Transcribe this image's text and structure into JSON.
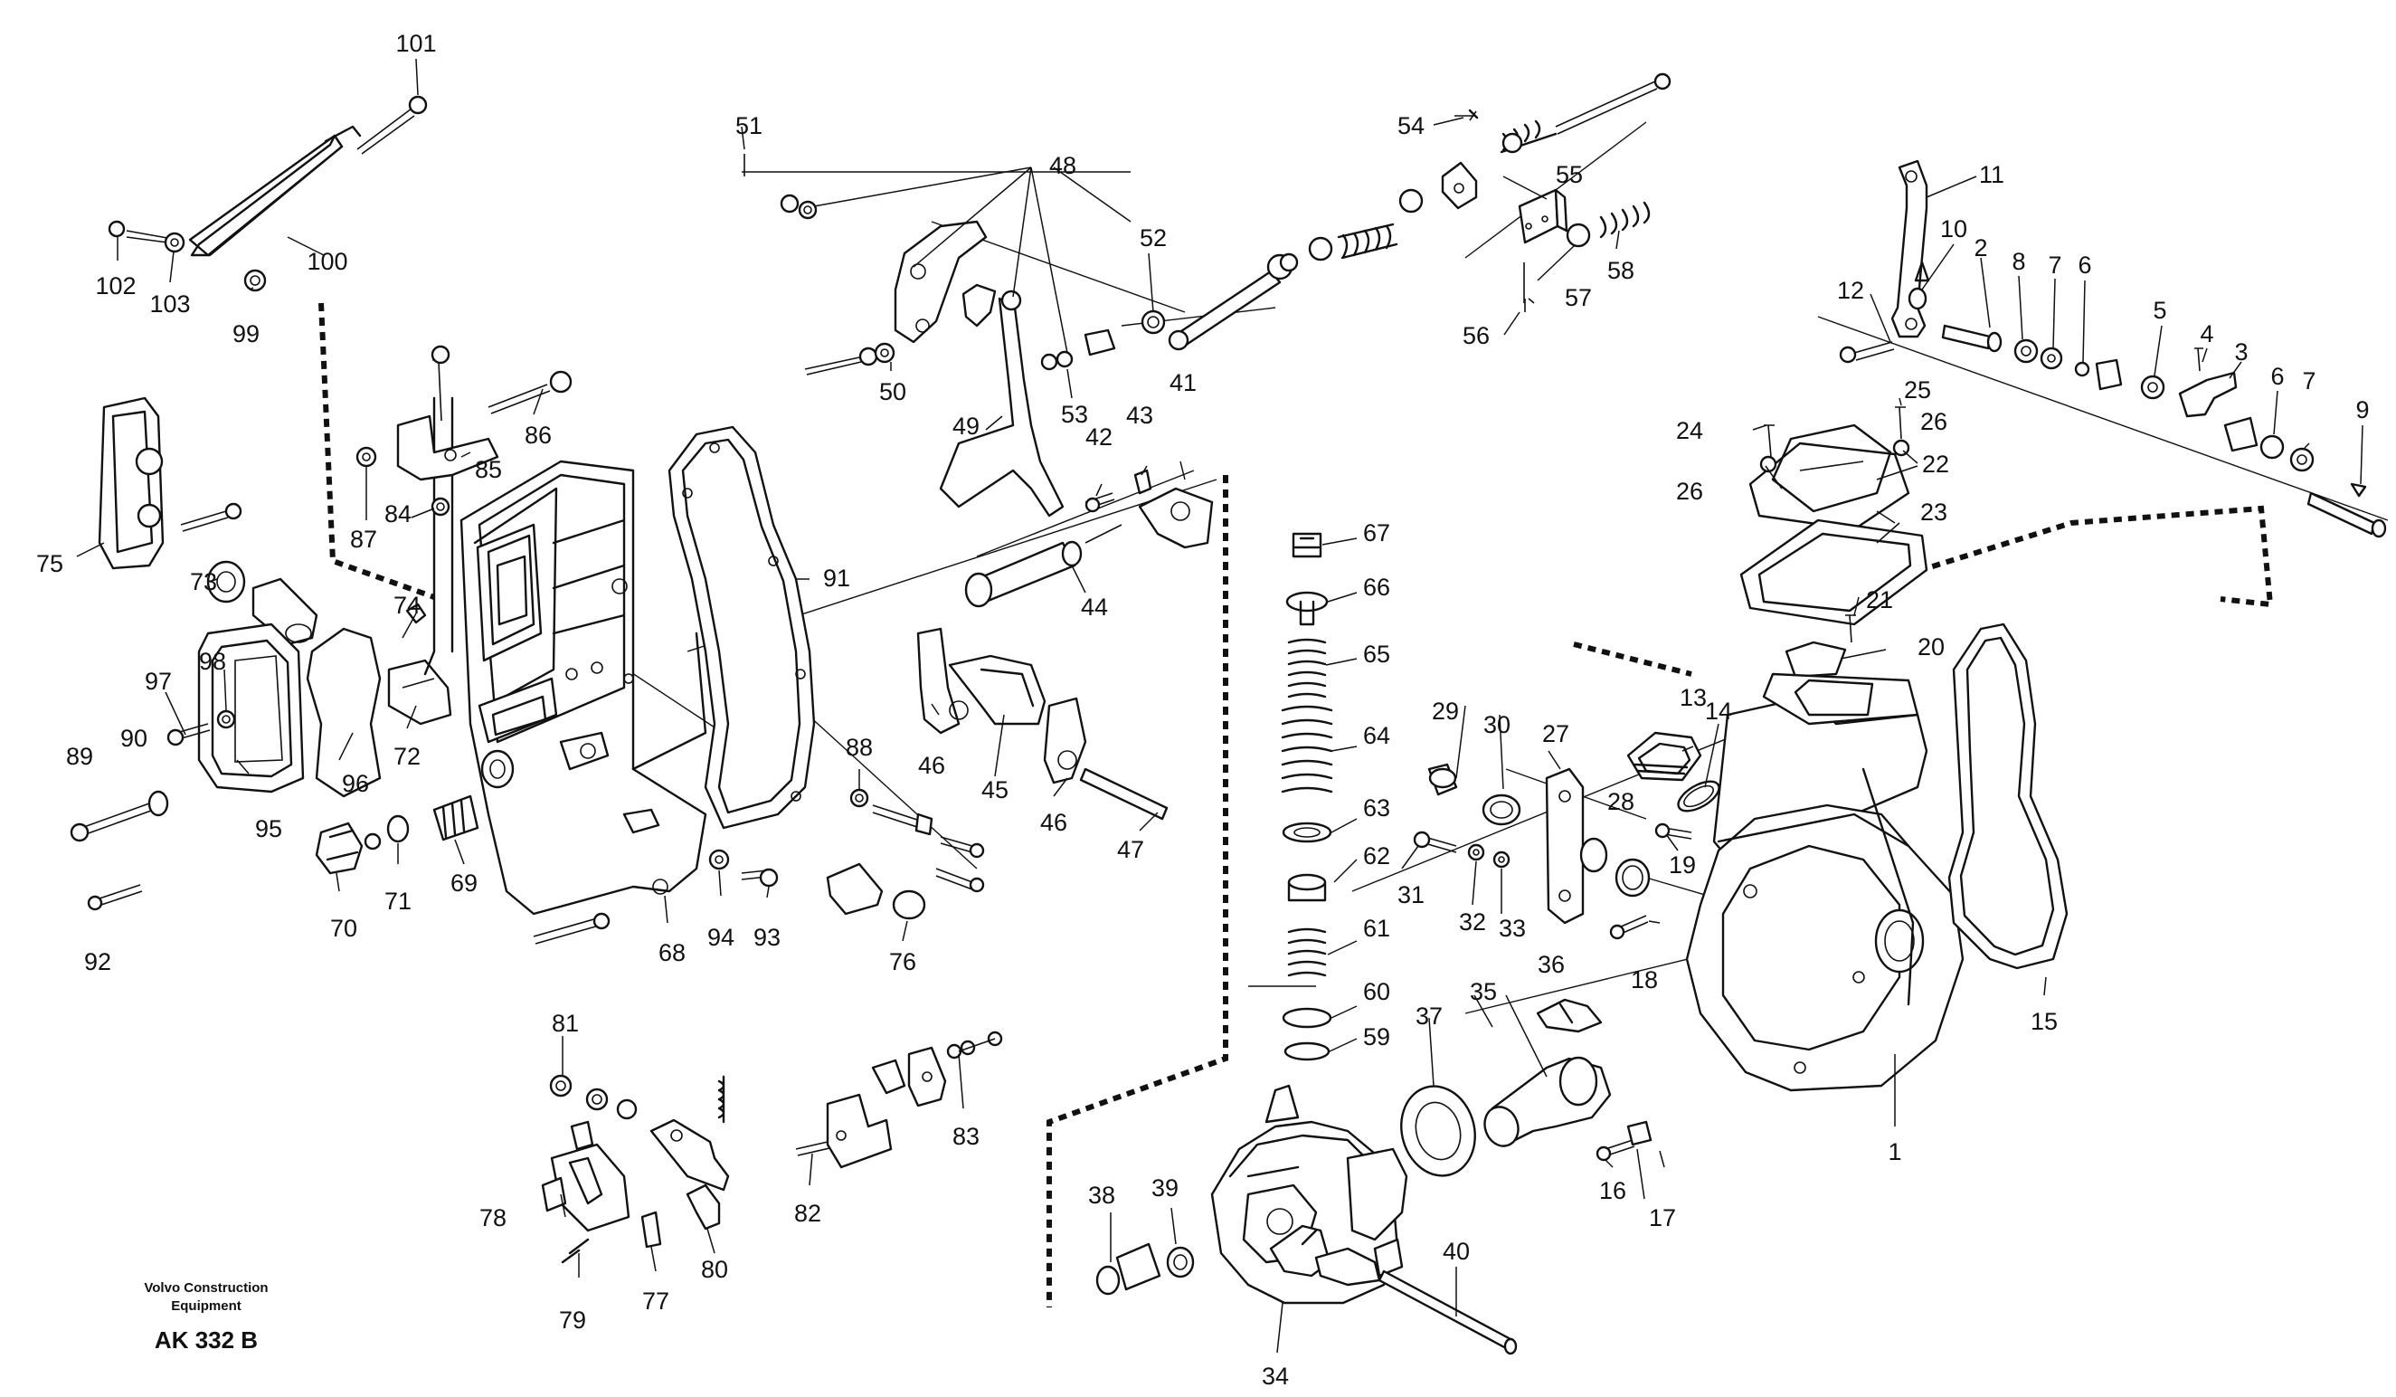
{
  "title_block": {
    "company_line1": "Volvo Construction",
    "company_line2": "Equipment",
    "drawing_code": "AK 332 B"
  },
  "callouts": [
    {
      "id": "c1",
      "label": "1"
    },
    {
      "id": "c2",
      "label": "2"
    },
    {
      "id": "c3",
      "label": "3"
    },
    {
      "id": "c4",
      "label": "4"
    },
    {
      "id": "c5",
      "label": "5"
    },
    {
      "id": "c6a",
      "label": "6"
    },
    {
      "id": "c6b",
      "label": "6"
    },
    {
      "id": "c7a",
      "label": "7"
    },
    {
      "id": "c7b",
      "label": "7"
    },
    {
      "id": "c8",
      "label": "8"
    },
    {
      "id": "c9",
      "label": "9"
    },
    {
      "id": "c10",
      "label": "10"
    },
    {
      "id": "c11",
      "label": "11"
    },
    {
      "id": "c12",
      "label": "12"
    },
    {
      "id": "c13",
      "label": "13"
    },
    {
      "id": "c14",
      "label": "14"
    },
    {
      "id": "c15",
      "label": "15"
    },
    {
      "id": "c16",
      "label": "16"
    },
    {
      "id": "c17",
      "label": "17"
    },
    {
      "id": "c18",
      "label": "18"
    },
    {
      "id": "c19",
      "label": "19"
    },
    {
      "id": "c20",
      "label": "20"
    },
    {
      "id": "c21",
      "label": "21"
    },
    {
      "id": "c22",
      "label": "22"
    },
    {
      "id": "c23",
      "label": "23"
    },
    {
      "id": "c24",
      "label": "24"
    },
    {
      "id": "c25",
      "label": "25"
    },
    {
      "id": "c26a",
      "label": "26"
    },
    {
      "id": "c26b",
      "label": "26"
    },
    {
      "id": "c27",
      "label": "27"
    },
    {
      "id": "c28",
      "label": "28"
    },
    {
      "id": "c29",
      "label": "29"
    },
    {
      "id": "c30",
      "label": "30"
    },
    {
      "id": "c31",
      "label": "31"
    },
    {
      "id": "c32",
      "label": "32"
    },
    {
      "id": "c33",
      "label": "33"
    },
    {
      "id": "c34",
      "label": "34"
    },
    {
      "id": "c35",
      "label": "35"
    },
    {
      "id": "c36",
      "label": "36"
    },
    {
      "id": "c37",
      "label": "37"
    },
    {
      "id": "c38",
      "label": "38"
    },
    {
      "id": "c39",
      "label": "39"
    },
    {
      "id": "c40",
      "label": "40"
    },
    {
      "id": "c41",
      "label": "41"
    },
    {
      "id": "c42",
      "label": "42"
    },
    {
      "id": "c43",
      "label": "43"
    },
    {
      "id": "c44",
      "label": "44"
    },
    {
      "id": "c45",
      "label": "45"
    },
    {
      "id": "c46a",
      "label": "46"
    },
    {
      "id": "c46b",
      "label": "46"
    },
    {
      "id": "c47",
      "label": "47"
    },
    {
      "id": "c48",
      "label": "48"
    },
    {
      "id": "c49",
      "label": "49"
    },
    {
      "id": "c50",
      "label": "50"
    },
    {
      "id": "c51",
      "label": "51"
    },
    {
      "id": "c52",
      "label": "52"
    },
    {
      "id": "c53",
      "label": "53"
    },
    {
      "id": "c54",
      "label": "54"
    },
    {
      "id": "c55",
      "label": "55"
    },
    {
      "id": "c56",
      "label": "56"
    },
    {
      "id": "c57",
      "label": "57"
    },
    {
      "id": "c58",
      "label": "58"
    },
    {
      "id": "c59",
      "label": "59"
    },
    {
      "id": "c60",
      "label": "60"
    },
    {
      "id": "c61",
      "label": "61"
    },
    {
      "id": "c62",
      "label": "62"
    },
    {
      "id": "c63",
      "label": "63"
    },
    {
      "id": "c64",
      "label": "64"
    },
    {
      "id": "c65",
      "label": "65"
    },
    {
      "id": "c66",
      "label": "66"
    },
    {
      "id": "c67",
      "label": "67"
    },
    {
      "id": "c68",
      "label": "68"
    },
    {
      "id": "c69",
      "label": "69"
    },
    {
      "id": "c70",
      "label": "70"
    },
    {
      "id": "c71",
      "label": "71"
    },
    {
      "id": "c72",
      "label": "72"
    },
    {
      "id": "c73",
      "label": "73"
    },
    {
      "id": "c74",
      "label": "74"
    },
    {
      "id": "c75",
      "label": "75"
    },
    {
      "id": "c76",
      "label": "76"
    },
    {
      "id": "c77",
      "label": "77"
    },
    {
      "id": "c78",
      "label": "78"
    },
    {
      "id": "c79",
      "label": "79"
    },
    {
      "id": "c80",
      "label": "80"
    },
    {
      "id": "c81",
      "label": "81"
    },
    {
      "id": "c82",
      "label": "82"
    },
    {
      "id": "c83",
      "label": "83"
    },
    {
      "id": "c84",
      "label": "84"
    },
    {
      "id": "c85",
      "label": "85"
    },
    {
      "id": "c86",
      "label": "86"
    },
    {
      "id": "c87",
      "label": "87"
    },
    {
      "id": "c88",
      "label": "88"
    },
    {
      "id": "c89",
      "label": "89"
    },
    {
      "id": "c90",
      "label": "90"
    },
    {
      "id": "c91",
      "label": "91"
    },
    {
      "id": "c92",
      "label": "92"
    },
    {
      "id": "c93",
      "label": "93"
    },
    {
      "id": "c94",
      "label": "94"
    },
    {
      "id": "c95",
      "label": "95"
    },
    {
      "id": "c96",
      "label": "96"
    },
    {
      "id": "c97",
      "label": "97"
    },
    {
      "id": "c98",
      "label": "98"
    },
    {
      "id": "c99",
      "label": "99"
    },
    {
      "id": "c100",
      "label": "100"
    },
    {
      "id": "c101",
      "label": "101"
    },
    {
      "id": "c102",
      "label": "102"
    },
    {
      "id": "c103",
      "label": "103"
    }
  ]
}
